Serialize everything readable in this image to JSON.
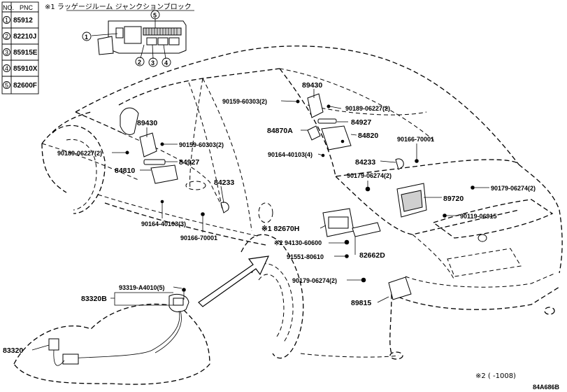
{
  "legend_table": {
    "col_no": "NO.",
    "col_pnc": "PNC",
    "rows": [
      {
        "no": "1",
        "pnc": "85912"
      },
      {
        "no": "2",
        "pnc": "82210J"
      },
      {
        "no": "3",
        "pnc": "85915E"
      },
      {
        "no": "4",
        "pnc": "85910X"
      },
      {
        "no": "5",
        "pnc": "82600F"
      }
    ]
  },
  "junction_block": {
    "title": "※1 ラッゲージルーム ジャンクションブロック",
    "callouts": [
      "1",
      "2",
      "3",
      "4",
      "5"
    ]
  },
  "labels": {
    "p89430_top": "89430",
    "p90159_top": "90159-60303(2)",
    "p90189_top": "90189-06227(2)",
    "p84927_top": "84927",
    "p84870a": "84870A",
    "p84820": "84820",
    "p90164_top": "90164-40103(4)",
    "p90166_right": "90166-70001",
    "p84233_right": "84233",
    "p90179_top": "90179-06274(2)",
    "p90179_right": "90179-06274(2)",
    "p89720": "89720",
    "p90119": "90119-06915",
    "p89430_left": "89430",
    "p90159_left": "90159-60303(2)",
    "p90189_left": "90189-06227(2)",
    "p84927_left": "84927",
    "p84810": "84810",
    "p84233_left": "84233",
    "p90164_left": "90164-40103(3)",
    "p90166_left": "90166-70001",
    "p82670h": "※1 82670H",
    "p94130": "※2 94130-60600",
    "p91551": "91551-80610",
    "p82662d": "82662D",
    "p90179_bottom": "90179-06274(2)",
    "p89815": "89815",
    "p93319": "93319-A4010(5)",
    "p83320b": "83320B",
    "p83320": "83320"
  },
  "footnote": "※2 (      -1008)",
  "diagram_code": "84A686B"
}
